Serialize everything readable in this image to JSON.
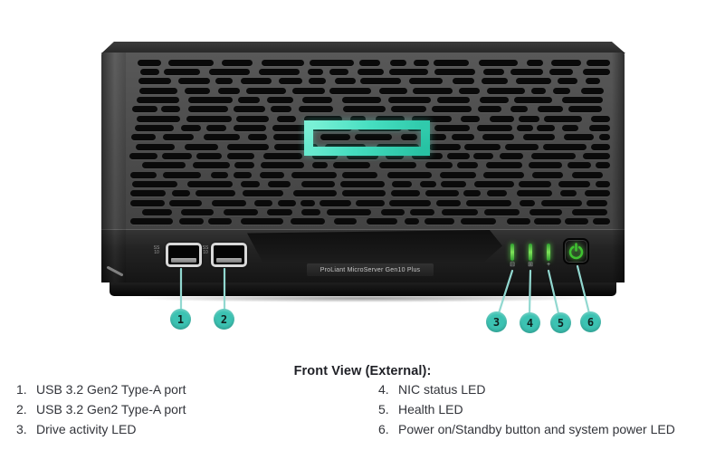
{
  "figure": {
    "chassis_label": "ProLiant MicroServer Gen10 Plus",
    "usb_speed_icon_text": "SS\n10",
    "led_icons": {
      "drive": "⊟",
      "nic": "⊞",
      "health": "+"
    },
    "callouts": [
      "1",
      "2",
      "3",
      "4",
      "5",
      "6"
    ],
    "colors": {
      "callout_teal": "#3cc2b2",
      "callout_line_teal": "#92d8d0",
      "logo_teal": "#46dec0",
      "led_green": "#5fe14b",
      "power_symbol_green": "#3fc131"
    }
  },
  "caption_title": "Front View (External):",
  "legend_left": [
    {
      "num": "1.",
      "label": "USB 3.2 Gen2 Type-A port"
    },
    {
      "num": "2.",
      "label": "USB 3.2 Gen2 Type-A port"
    },
    {
      "num": "3.",
      "label": "Drive activity LED"
    }
  ],
  "legend_right": [
    {
      "num": "4.",
      "label": "NIC status LED"
    },
    {
      "num": "5.",
      "label": "Health LED"
    },
    {
      "num": "6.",
      "label": "Power on/Standby button and system power LED"
    }
  ]
}
